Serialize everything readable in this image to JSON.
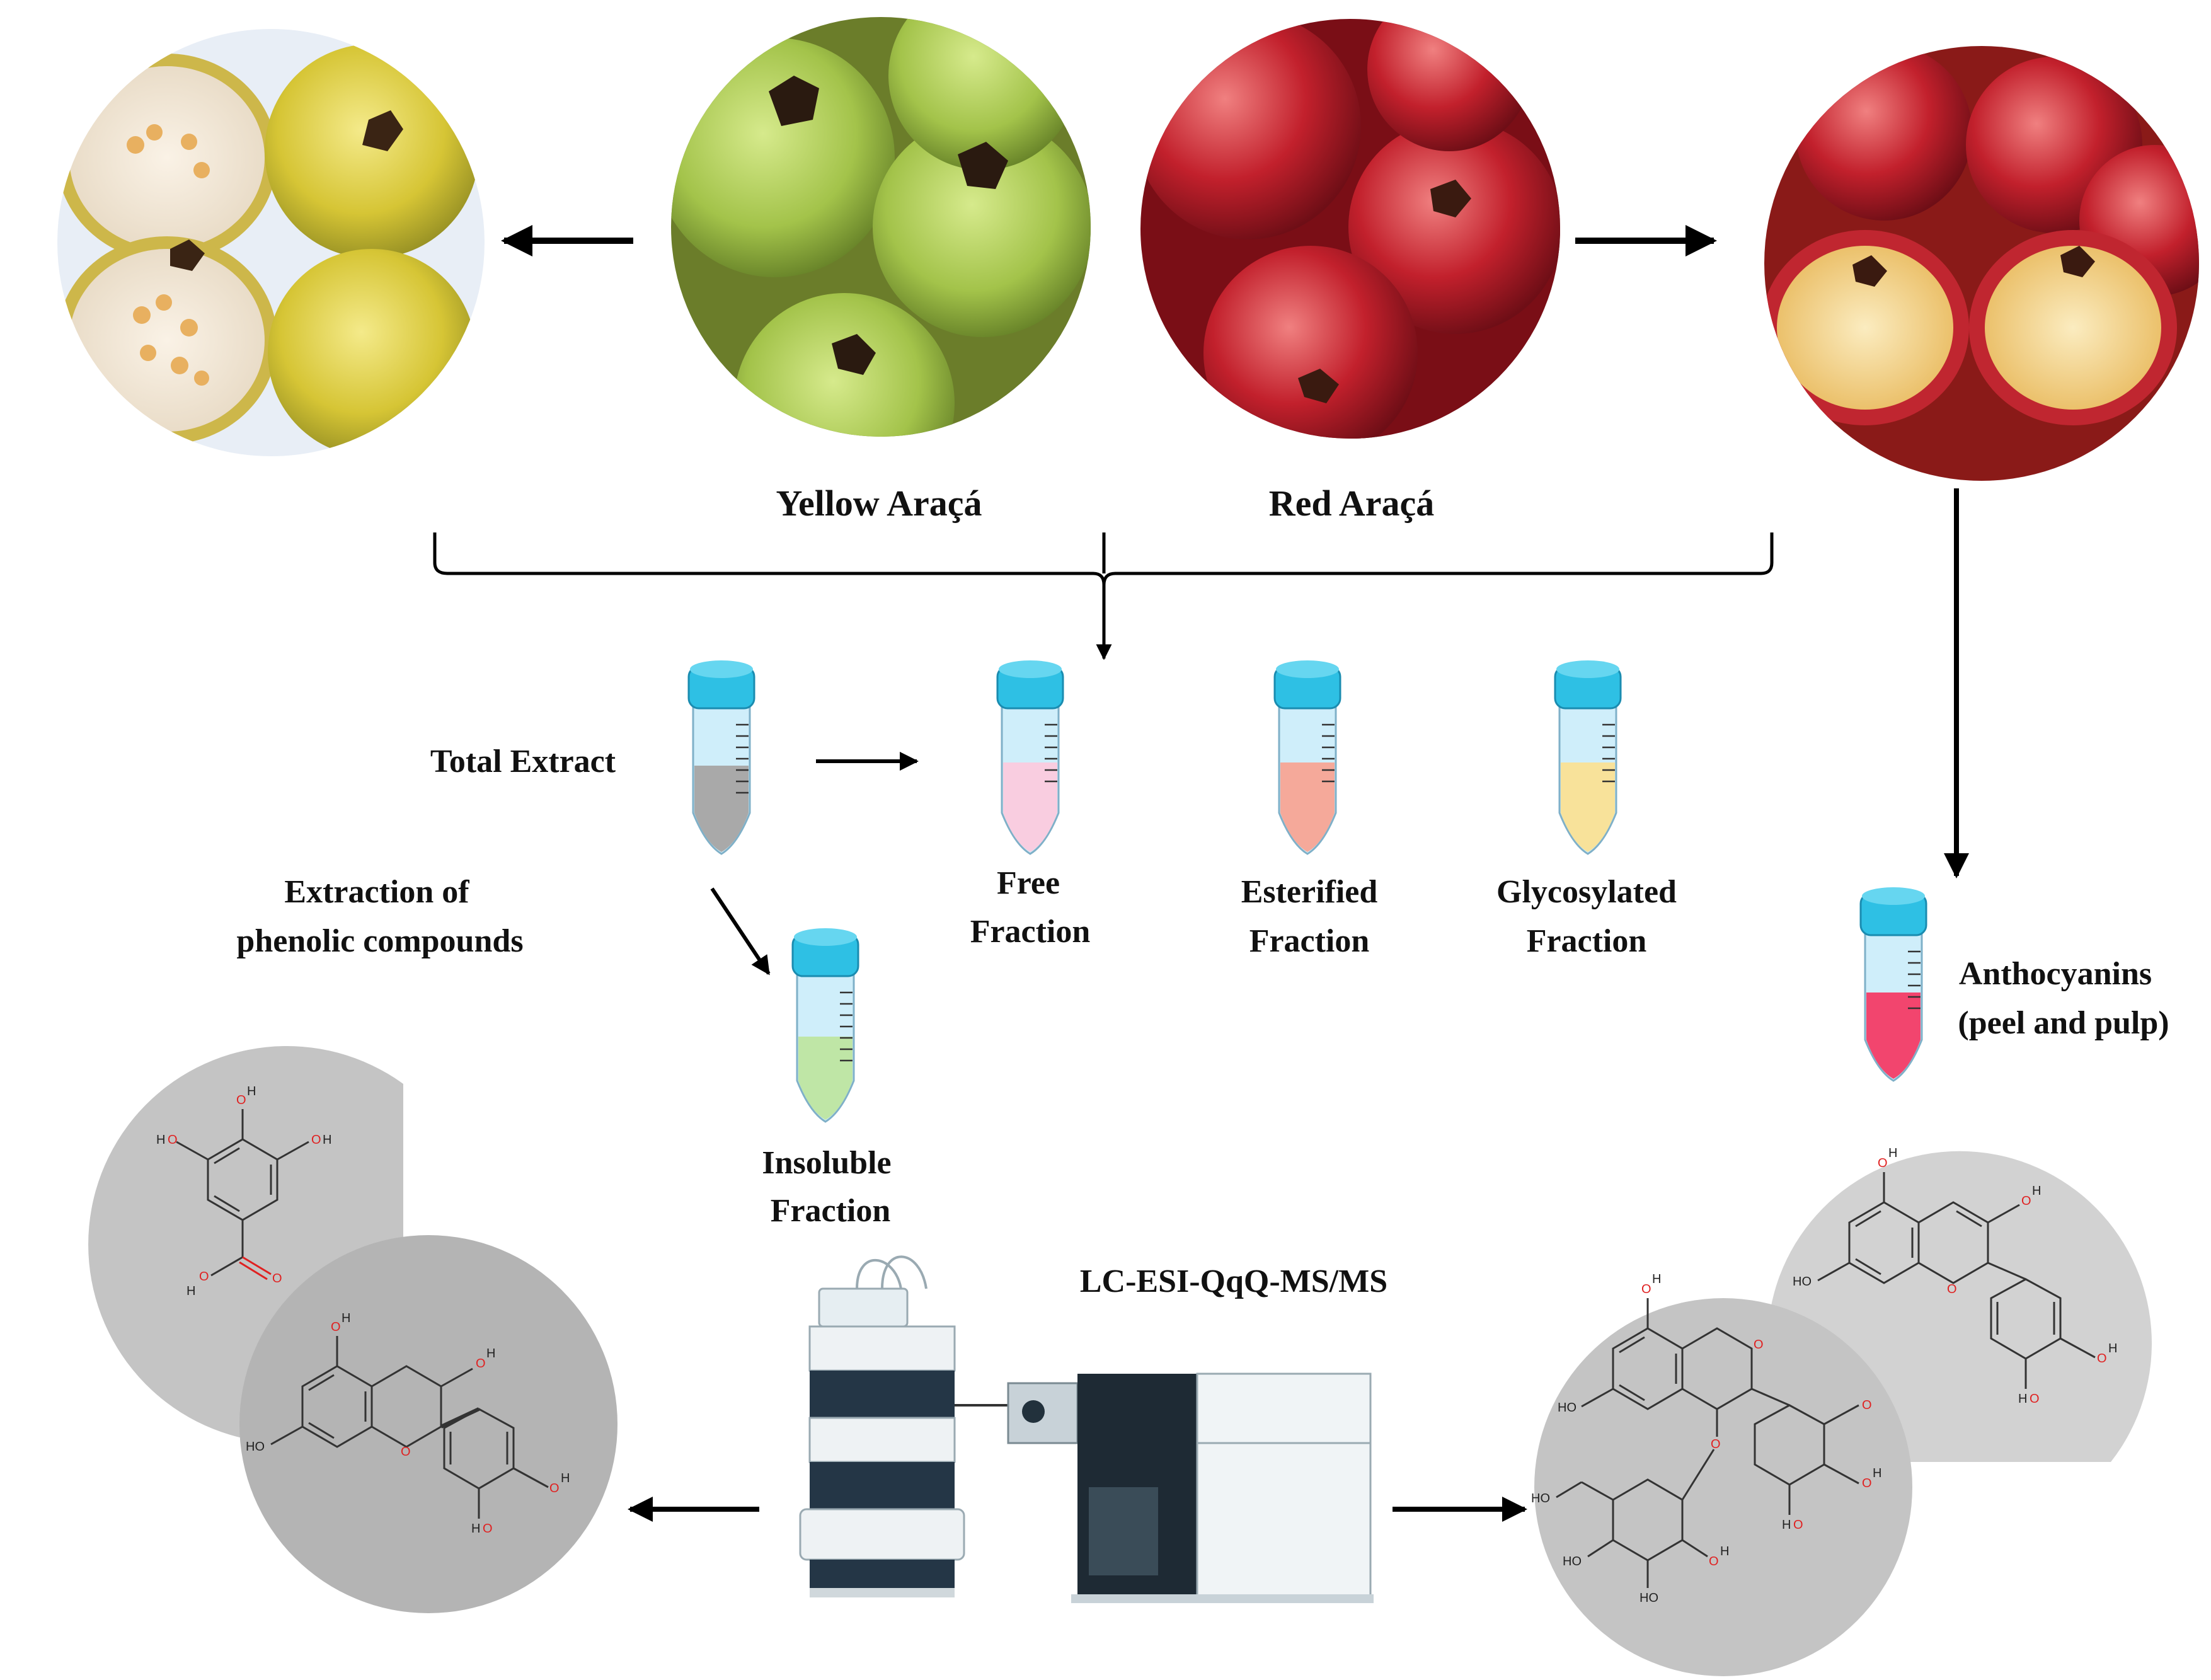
{
  "labels": {
    "yellow": "Yellow Araçá",
    "red": "Red Araçá",
    "total_extract": "Total Extract",
    "extraction_1": "Extraction of",
    "extraction_2": "phenolic compounds",
    "free_1": "Free",
    "free_2": "Fraction",
    "esterified_1": "Esterified",
    "esterified_2": "Fraction",
    "glycosylated_1": "Glycosylated",
    "glycosylated_2": "Fraction",
    "insoluble_1": "Insoluble",
    "insoluble_2": "Fraction",
    "anthocyanins_1": "Anthocyanins",
    "anthocyanins_2": "(peel and pulp)",
    "instrument": "LC-ESI-QqQ-MS/MS"
  },
  "atoms": {
    "h": "H",
    "o": "O",
    "ho": "HO",
    "oh": "OH"
  },
  "colors": {
    "yellow_fruit": "#d8cc3a",
    "green_fruit": "#a9c84c",
    "red_fruit": "#c81e2c",
    "tube_cap": "#2ec0e4",
    "tube_body": "#cfeefa",
    "total_fill": "#a9a9a9",
    "free_fill": "#f9cde0",
    "esterified_fill": "#f5a99a",
    "glycosylated_fill": "#f8e29a",
    "insoluble_fill": "#bfe6a6",
    "anthocyanin_fill": "#f2456e",
    "molecule_bg": "#bdbdbd"
  }
}
